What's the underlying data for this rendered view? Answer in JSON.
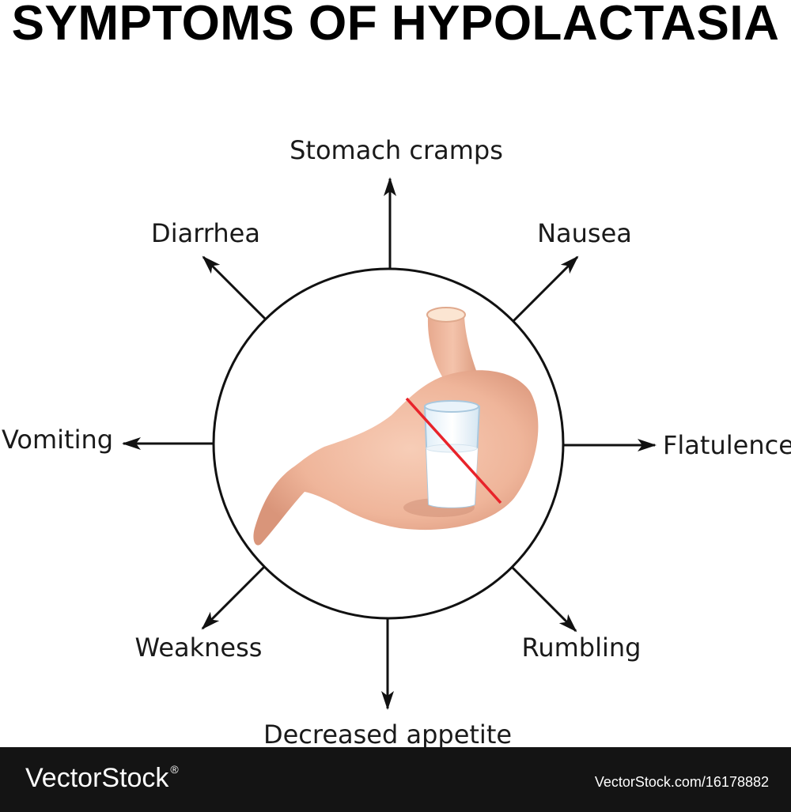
{
  "title": "SYMPTOMS OF HYPOLACTASIA",
  "symptoms": {
    "top": "Stomach cramps",
    "top_left": "Diarrhea",
    "top_right": "Nausea",
    "left": "Vomiting",
    "right": "Flatulence",
    "bottom_left": "Weakness",
    "bottom_right": "Rumbling",
    "bottom": "Decreased appetite"
  },
  "footer": {
    "brand": "VectorStock",
    "brand_mark": "®",
    "image_id": "VectorStock.com/16178882"
  },
  "colors": {
    "stomach": "#efb59a",
    "milk": "#ffffff",
    "glass_rim": "#bcd6ea",
    "strike": "#e8232a",
    "footer_bg": "#141414"
  }
}
